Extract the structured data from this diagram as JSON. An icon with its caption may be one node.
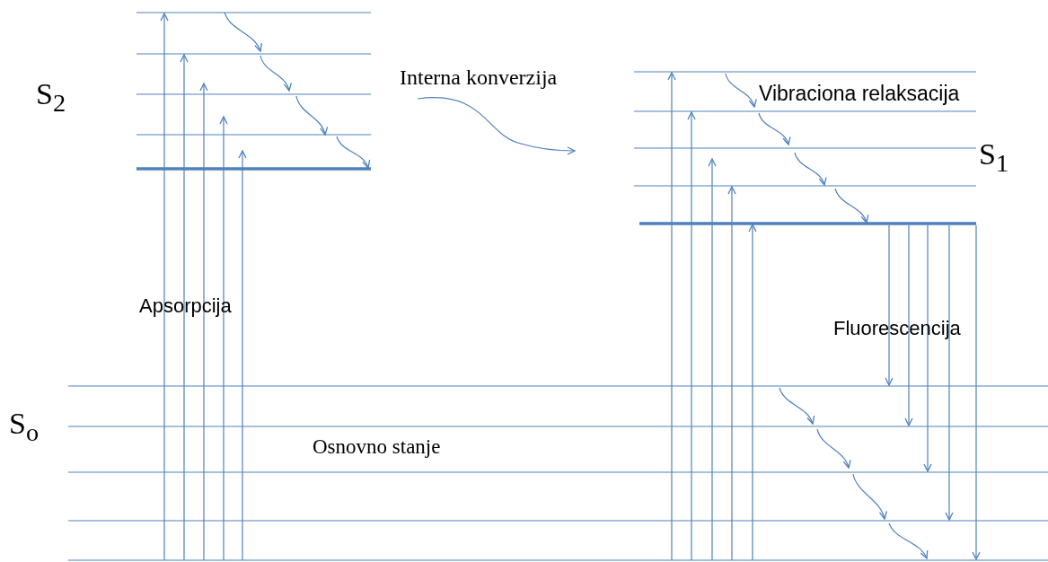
{
  "diagram": {
    "labels": [
      "S$_{2}$",
      "Interna konverzija",
      "Vibraciona relaksacija",
      "S$_{1}$",
      "Apsorpcija",
      "Fluorescencija",
      "S$_{o}$",
      "Osnovno stanje"
    ]
  }
}
